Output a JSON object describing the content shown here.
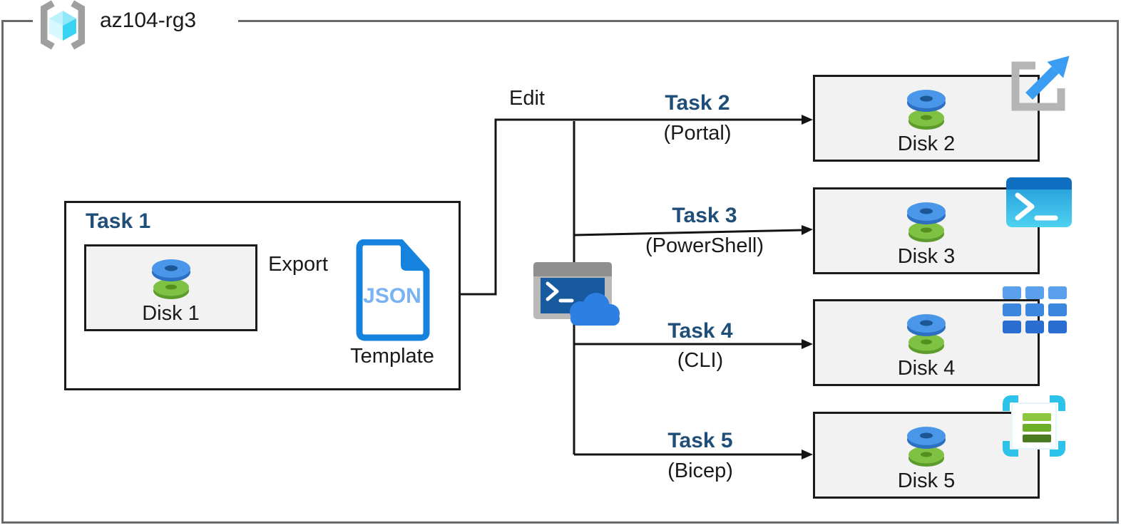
{
  "diagram": {
    "group_label": "az104-rg3",
    "task1": {
      "label": "Task 1",
      "disk_label": "Disk 1",
      "export_label": "Export",
      "json_badge": "JSON",
      "template_label": "Template"
    },
    "edit_label": "Edit",
    "branches": [
      {
        "task": "Task 2",
        "method": "(Portal)",
        "disk": "Disk 2",
        "icon": "azure-portal-icon"
      },
      {
        "task": "Task 3",
        "method": "(PowerShell)",
        "disk": "Disk 3",
        "icon": "powershell-icon"
      },
      {
        "task": "Task 4",
        "method": "(CLI)",
        "disk": "Disk 4",
        "icon": "azure-cli-icon"
      },
      {
        "task": "Task 5",
        "method": "(Bicep)",
        "disk": "Disk 5",
        "icon": "bicep-icon"
      }
    ],
    "colors": {
      "task_heading": "#1f4e79",
      "box_fill": "#f2f2f2",
      "box_border": "#1a1a1a",
      "connector": "#141414",
      "frame_gray": "#666a6d",
      "json_blue": "#1583dd",
      "json_text": "#79b3f3",
      "disk_blue": "#4a96e8",
      "disk_green": "#7fc142",
      "cloud_blue": "#2e7fe2",
      "bicep_cyan": "#2cc2ea",
      "portal_arrow_blue": "#3b9df2"
    }
  }
}
